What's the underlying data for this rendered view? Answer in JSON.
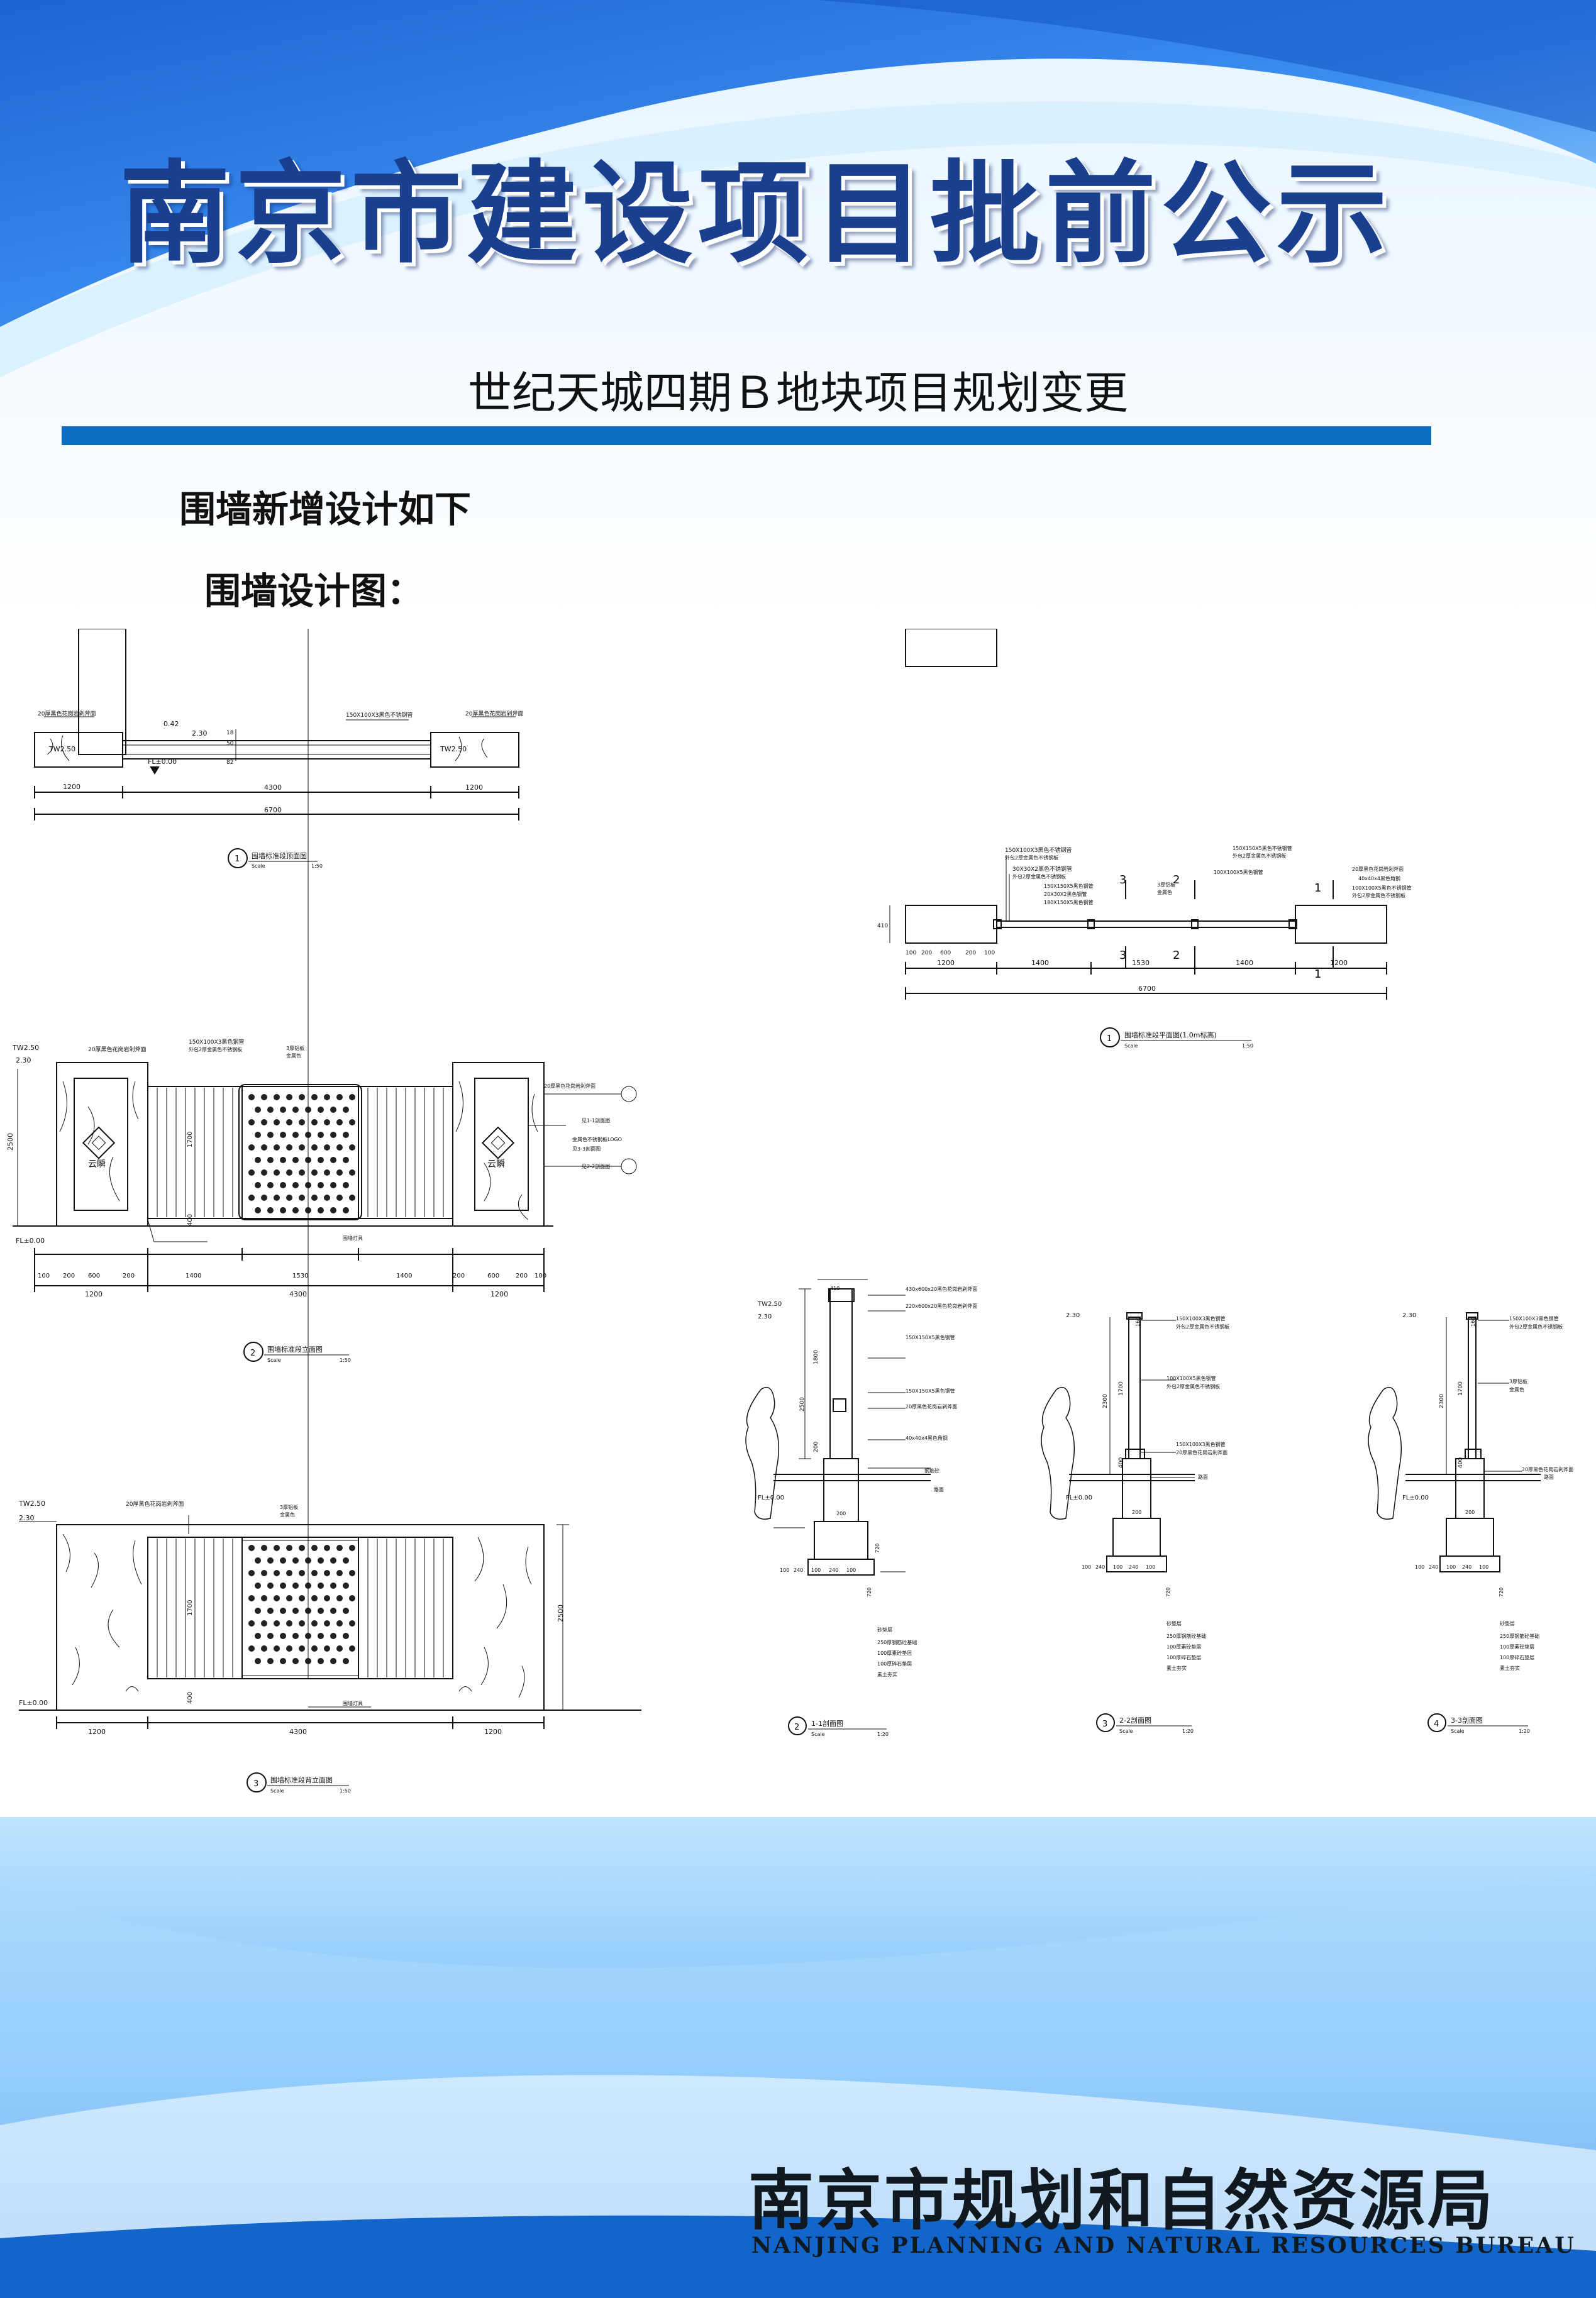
{
  "header": {
    "title": "南京市建设项目批前公示",
    "subtitle": "世纪天城四期Ｂ地块项目规划变更"
  },
  "content": {
    "section_heading": "围墙新增设计如下",
    "sub_heading": "围墙设计图："
  },
  "drawings": {
    "d1": {
      "caption_no": "1",
      "caption": "围墙标准段顶面图",
      "scale": "Scale",
      "ratio": "1:50",
      "dims": [
        "1200",
        "4300",
        "1200"
      ],
      "total": "6700",
      "notes": [
        "20厚黑色花岗岩剁斧面",
        "150X100X3黑色不锈钢管",
        "20厚黑色花岗岩剁斧面"
      ],
      "elev": [
        "TW2.50",
        "0.42",
        "2.30",
        "FL±0.00",
        "TW2.50"
      ],
      "small": [
        "18",
        "50",
        "82"
      ]
    },
    "d2": {
      "caption_no": "1",
      "caption": "围墙标准段平面图(1.0m标高)",
      "scale": "Scale",
      "ratio": "1:50",
      "dims": [
        "1200",
        "1400",
        "1530",
        "1400",
        "1200"
      ],
      "total": "6700",
      "sub_dims": [
        "100",
        "200",
        "600",
        "200",
        "100"
      ],
      "side": "410",
      "notes": [
        "150X100X3黑色不锈钢管",
        "外包2厚金属色不锈钢板",
        "30X30X2黑色不锈钢管",
        "外包2厚金属色不锈钢板",
        "100X100X5黑色不锈钢管",
        "外包2厚金属色不锈钢板",
        "150X150X5黑色不锈钢管",
        "外包2厚金属色不锈钢板",
        "20厚黑色花岗岩剁斧面",
        "40x40x4黑色角钢",
        "150X150X5黑色钢管",
        "3厚铝板",
        "金属色",
        "100X100X5黑色钢管",
        "20X30X2黑色钢管",
        "180X150X5黑色钢管"
      ],
      "marks": [
        "3",
        "2",
        "1",
        "3",
        "2",
        "1"
      ]
    },
    "d3": {
      "caption_no": "2",
      "caption": "围墙标准段立面图",
      "scale": "Scale",
      "ratio": "1:50",
      "elev": [
        "TW2.50",
        "2.30",
        "FL±0.00"
      ],
      "height": "2500",
      "inner": [
        "1700",
        "400"
      ],
      "dims": [
        "100",
        "200",
        "600",
        "200",
        "1400",
        "1530",
        "1400",
        "200",
        "600",
        "200",
        "100"
      ],
      "dims2": [
        "1200",
        "4300",
        "1200"
      ],
      "notes": [
        "20厚黑色花岗岩剁斧面",
        "150X100X3黑色钢管",
        "外包2厚金属色不锈钢板",
        "3厚铝板",
        "金属色",
        "20厚黑色花岗岩剁斧面",
        "见1-1剖面图",
        "金属色不锈钢板LOGO",
        "见2-2剖面图",
        "见3-3剖面图",
        "围墙灯具"
      ],
      "logo": "云瞬"
    },
    "d4": {
      "caption_no": "3",
      "caption": "围墙标准段背立面图",
      "scale": "Scale",
      "ratio": "1:50",
      "elev": [
        "TW2.50",
        "2.30",
        "FL±0.00"
      ],
      "height": "2500",
      "inner": [
        "1700",
        "400"
      ],
      "dims": [
        "1200",
        "4300",
        "1200"
      ],
      "notes": [
        "20厚黑色花岗岩剁斧面",
        "3厚铝板",
        "金属色",
        "围墙灯具"
      ]
    },
    "s1": {
      "caption_no": "2",
      "caption": "1-1剖面图",
      "scale": "Scale",
      "ratio": "1:20",
      "elev": [
        "TW2.50",
        "2.30",
        "FL±0.00"
      ],
      "dims": [
        "410",
        "2500",
        "1800",
        "200"
      ],
      "notes": [
        "430x600x20黑色花岗岩剁斧面",
        "220x600x20黑色花岗岩剁斧面",
        "150X150X5黑色钢管",
        "150X150X5黑色钢管",
        "20厚黑色花岗岩剁斧面",
        "40x40x4黑色角钢",
        "钢筋砼",
        "路面",
        "砂垫层",
        "250厚钢筋砼基础",
        "100厚素砼垫层",
        "100厚碎石垫层",
        "素土夯实"
      ],
      "base": [
        "100",
        "240",
        "100",
        "240",
        "100",
        "720",
        "720",
        "200"
      ]
    },
    "s2": {
      "caption_no": "3",
      "caption": "2-2剖面图",
      "scale": "Scale",
      "ratio": "1:20",
      "elev": [
        "2.30",
        "FL±0.00"
      ],
      "dims": [
        "160",
        "2300",
        "1700",
        "400"
      ],
      "notes": [
        "150X100X3黑色钢管",
        "外包2厚金属色不锈钢板",
        "100X100X5黑色钢管",
        "外包2厚金属色不锈钢板",
        "150X100X3黑色钢管",
        "20厚黑色花岗岩剁斧面",
        "路面",
        "砂垫层",
        "250厚钢筋砼基础",
        "100厚素砼垫层",
        "100厚碎石垫层",
        "素土夯实"
      ],
      "base": [
        "100",
        "240",
        "100",
        "240",
        "100",
        "720",
        "200"
      ]
    },
    "s3": {
      "caption_no": "4",
      "caption": "3-3剖面图",
      "scale": "Scale",
      "ratio": "1:20",
      "elev": [
        "2.30",
        "FL±0.00"
      ],
      "dims": [
        "160",
        "2300",
        "1700",
        "400"
      ],
      "notes": [
        "150X100X3黑色钢管",
        "外包2厚金属色不锈钢板",
        "3厚铝板",
        "金属色",
        "20厚黑色花岗岩剁斧面",
        "路面",
        "砂垫层",
        "250厚钢筋砼基础",
        "100厚素砼垫层",
        "100厚碎石垫层",
        "素土夯实"
      ],
      "base": [
        "100",
        "240",
        "100",
        "240",
        "100",
        "720",
        "200"
      ]
    }
  },
  "footer": {
    "name_cn": "南京市规划和自然资源局",
    "name_en": "NANJING PLANNING AND NATURAL RESOURCES BUREAU"
  },
  "colors": {
    "accent": "#0b6fc1",
    "title": "#1b3f8f",
    "header_blue": "#1f6fd6",
    "footer_blue": "#1366c9"
  }
}
